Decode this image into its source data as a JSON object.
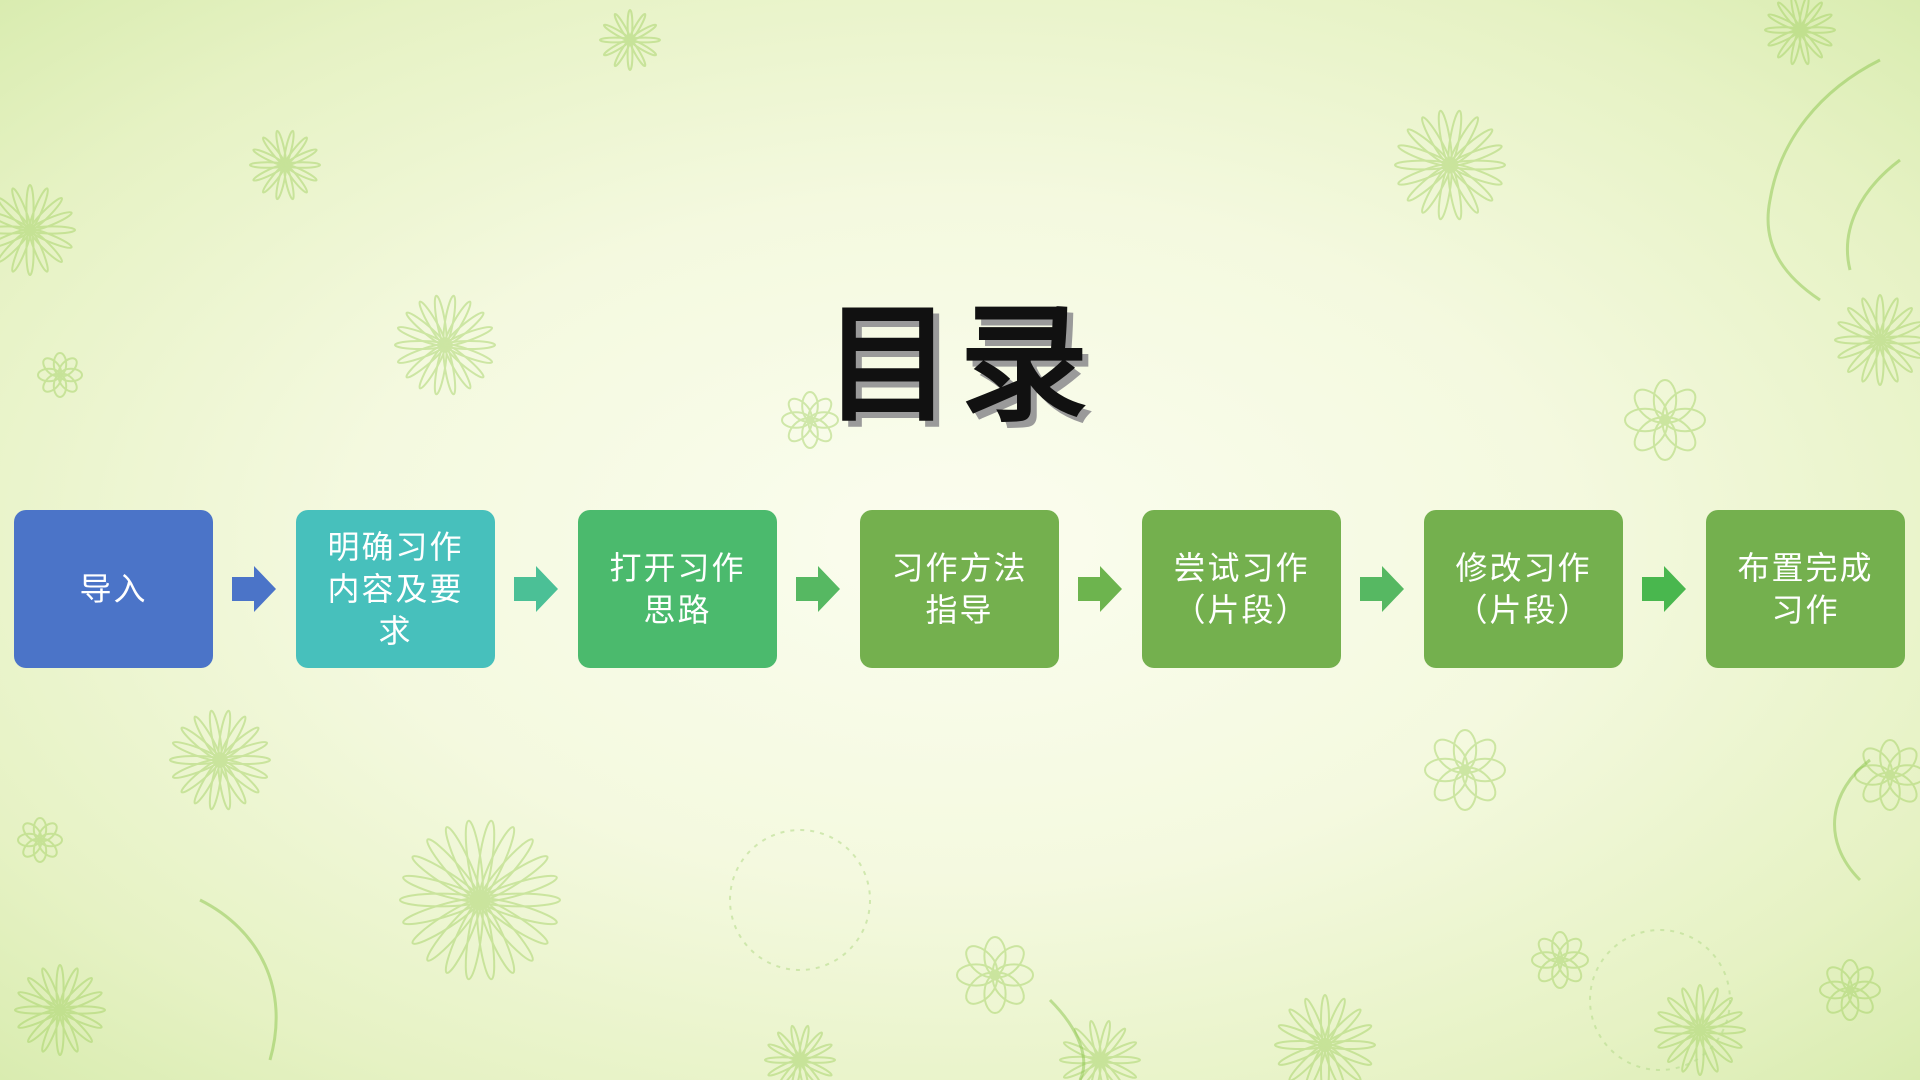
{
  "slide": {
    "title": "目录"
  },
  "steps": [
    {
      "label": "导入",
      "color": "#4b74c8"
    },
    {
      "label": "明确习作内容及要求",
      "color": "#47c0bc"
    },
    {
      "label": "打开习作思路",
      "color": "#4bba6d"
    },
    {
      "label": "习作方法指导",
      "color": "#74b04e"
    },
    {
      "label": "尝试习作（片段）",
      "color": "#74b04e"
    },
    {
      "label": "修改习作（片段）",
      "color": "#74b04e"
    },
    {
      "label": "布置完成习作",
      "color": "#74b04e"
    }
  ],
  "arrows": [
    {
      "icon": "right-arrow-icon",
      "color": "#4b74c8"
    },
    {
      "icon": "right-arrow-icon",
      "color": "#4bc096"
    },
    {
      "icon": "right-arrow-icon",
      "color": "#56b862"
    },
    {
      "icon": "right-arrow-icon",
      "color": "#6db44e"
    },
    {
      "icon": "right-arrow-icon",
      "color": "#56b862"
    },
    {
      "icon": "right-arrow-icon",
      "color": "#49b74e"
    }
  ],
  "theme": {
    "background": "#f6fae6",
    "floral_color": "#9ccf5a"
  }
}
